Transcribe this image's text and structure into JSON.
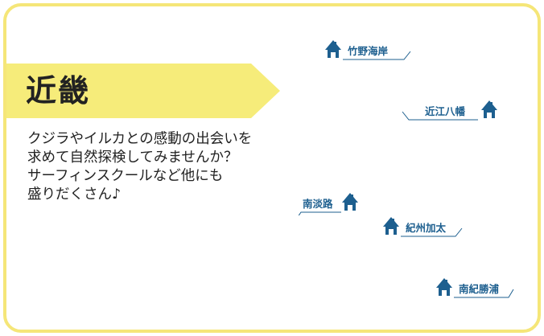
{
  "region": {
    "title": "近畿",
    "description": [
      "クジラやイルカとの感動の出会いを",
      "求めて自然探検してみませんか？",
      "サーフィンスクールなど他にも",
      "盛りだくさん♪"
    ]
  },
  "map": {
    "markers": [
      {
        "name": "竹野海岸",
        "icon": "lodge-icon"
      },
      {
        "name": "近江八幡",
        "icon": "lodge-icon"
      },
      {
        "name": "南淡路",
        "icon": "lodge-icon"
      },
      {
        "name": "紀州加太",
        "icon": "lodge-icon"
      },
      {
        "name": "南紀勝浦",
        "icon": "lodge-icon"
      }
    ]
  },
  "colors": {
    "frame": "#f5e678",
    "ribbon": "#f6ec7a",
    "marker": "#1d5f8f"
  }
}
